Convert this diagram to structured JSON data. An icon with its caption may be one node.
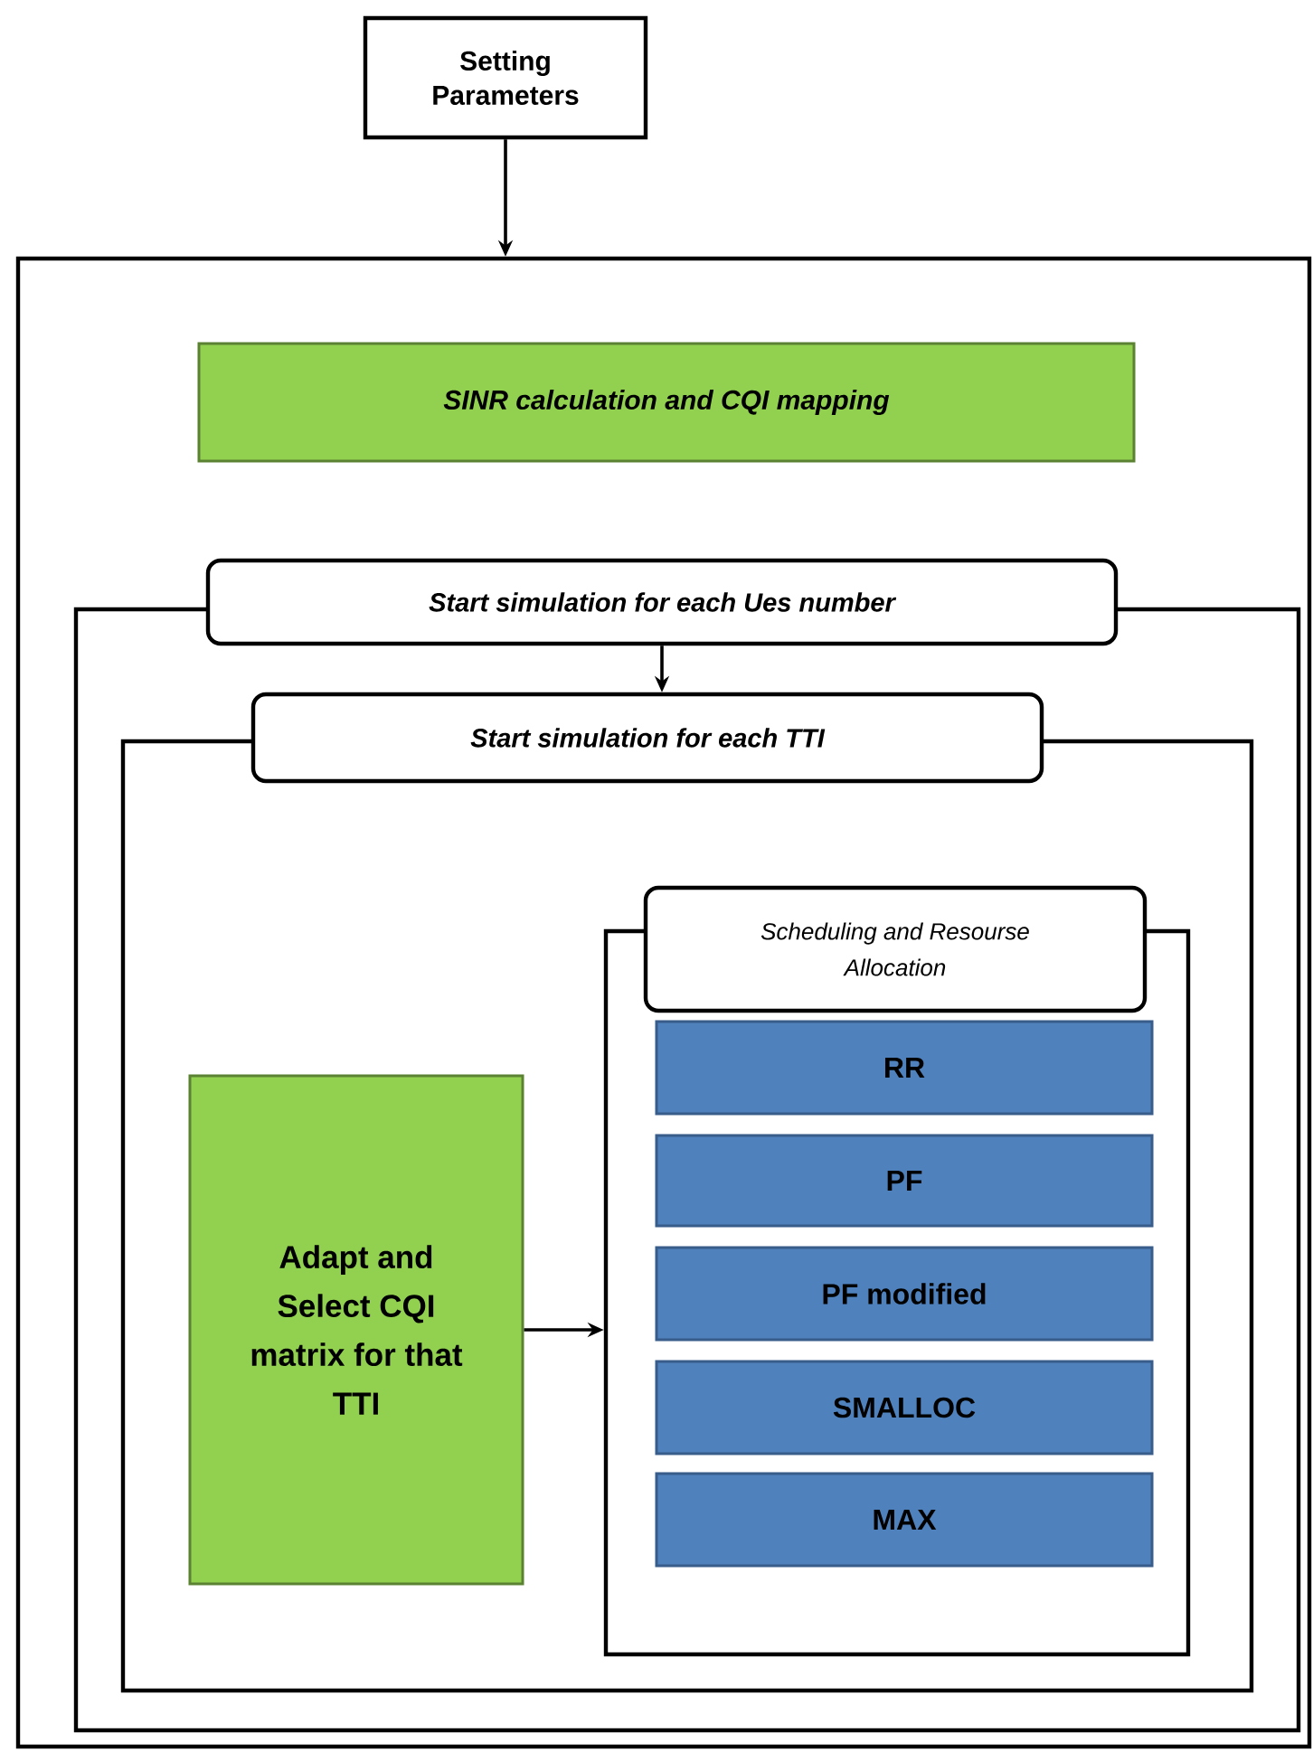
{
  "diagram": {
    "nodes": [
      {
        "text": [
          "Setting Parameters"
        ]
      },
      {
        "text": [],
        "shape": "box"
      },
      {
        "text": [
          "SINR calculation and CQI mapping"
        ],
        "in": 1
      },
      {
        "text": [
          "Start simulation for each Ues number"
        ],
        "in": 1
      },
      {
        "text": [
          "Start simulation for each TTI"
        ],
        "in": 3
      },
      {
        "text": [
          "Adapt and Select CQI matrix for that TTI"
        ],
        "in": 4
      },
      {
        "text": [
          "Scheduling and Resourse Allocation"
        ],
        "in": 4
      },
      {
        "text": [
          "RR"
        ],
        "in": 6
      },
      {
        "text": [
          "PF"
        ],
        "in": 6
      },
      {
        "text": [
          "PF modified"
        ],
        "in": 6
      },
      {
        "text": [
          "SMALLOC"
        ],
        "in": 6
      },
      {
        "text": [
          "MAX"
        ],
        "in": 6
      }
    ],
    "edges": [
      {
        "from": 0,
        "to": 1,
        "arrow": "to"
      },
      {
        "from": 3,
        "to": 4,
        "arrow": "to"
      },
      {
        "from": 5,
        "to": 6,
        "arrow": "to"
      }
    ]
  }
}
